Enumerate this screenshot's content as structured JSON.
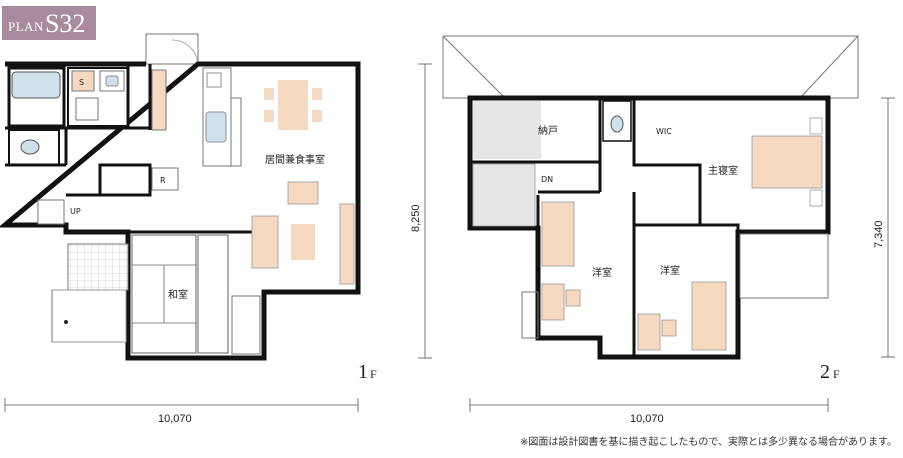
{
  "plan": {
    "prefix": "PLAN",
    "code": "S32"
  },
  "floor1": {
    "label_number": "1",
    "label_suffix": "F",
    "width_dim": "10,070",
    "depth_dim": "8,250",
    "rooms": {
      "living": "居間兼食事室",
      "washitsu": "和室",
      "stairs_up": "UP",
      "refrigerator": "R",
      "storage_s": "S"
    }
  },
  "floor2": {
    "label_number": "2",
    "label_suffix": "F",
    "width_dim": "10,070",
    "depth_dim": "7,340",
    "rooms": {
      "storage": "納戸",
      "wic": "WIC",
      "master": "主寝室",
      "western_1": "洋室",
      "western_2": "洋室",
      "stairs_down": "DN"
    }
  },
  "footnote": "※図面は設計図書を基に描き起こしたもので、実際とは多少異なる場合があります。"
}
